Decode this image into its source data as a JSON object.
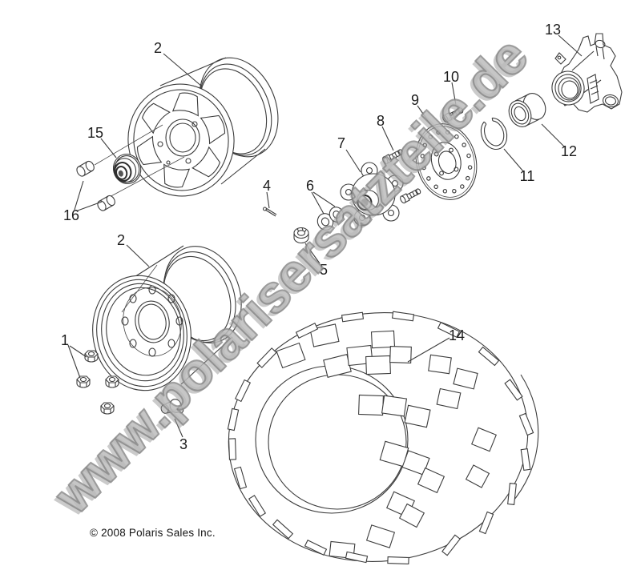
{
  "diagram": {
    "watermark": "www.polarisersatzteile.de",
    "copyright": "© 2008 Polaris Sales Inc.",
    "colors": {
      "background": "#ffffff",
      "line": "#3c3c3c",
      "label": "#1c1c1c",
      "watermark_gray": "#969696"
    },
    "callouts": {
      "1": "1",
      "2": "2",
      "3": "3",
      "4": "4",
      "5": "5",
      "6": "6",
      "7": "7",
      "8": "8",
      "9": "9",
      "10": "10",
      "11": "11",
      "12": "12",
      "13": "13",
      "14": "14",
      "15": "15",
      "16": "16"
    }
  }
}
